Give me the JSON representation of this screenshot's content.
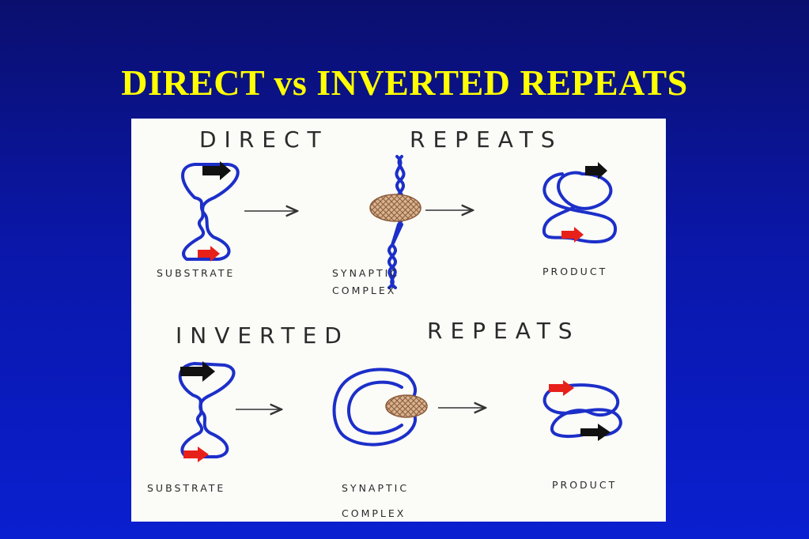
{
  "title": "DIRECT vs INVERTED REPEATS",
  "diagram": {
    "section_direct": {
      "heading_left": "DIRECT",
      "heading_right": "REPEATS"
    },
    "section_inverted": {
      "heading_left": "INVERTED",
      "heading_right": "REPEATS"
    },
    "labels": {
      "substrate": "SUBSTRATE",
      "synaptic": "SYNAPTIC",
      "complex": "COMPLEX",
      "product": "PRODUCT"
    },
    "colors": {
      "dna": "#1c2fc9",
      "repeat_black": "#111111",
      "repeat_red": "#e8201a",
      "synapse": "#c9a07a"
    }
  }
}
